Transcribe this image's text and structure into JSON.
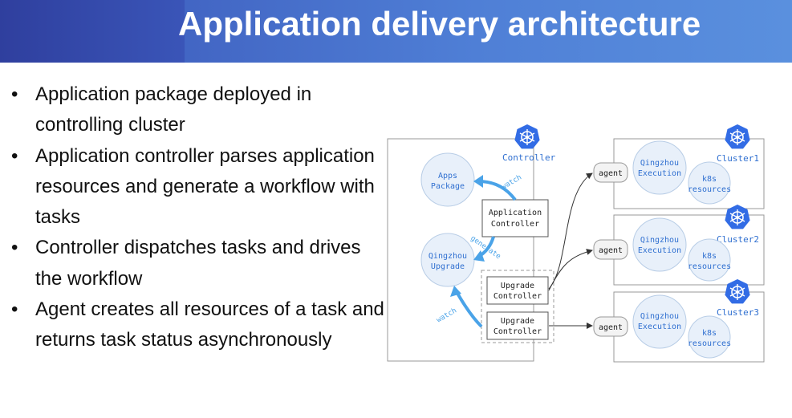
{
  "title": "Application delivery architecture",
  "bullets": [
    "Application package deployed in controlling cluster",
    "Application controller parses application resources and generate a workflow with tasks",
    "Controller dispatches tasks and drives the workflow",
    "Agent creates all resources of a task and returns task status asynchronously"
  ],
  "diagram": {
    "controller_label": "Controller",
    "apps_package": [
      "Apps",
      "Package"
    ],
    "application_controller": [
      "Application",
      "Controller"
    ],
    "qingzhou_upgrade": [
      "Qingzhou",
      "Upgrade"
    ],
    "upgrade_controller": [
      "Upgrade",
      "Controller"
    ],
    "watch_label": "watch",
    "generate_label": "generate",
    "agent_label": "agent",
    "qingzhou_execution": [
      "Qingzhou",
      "Execution"
    ],
    "k8s_resources": [
      "k8s",
      "resources"
    ],
    "clusters": [
      "Cluster1",
      "Cluster2",
      "Cluster3"
    ]
  },
  "colors": {
    "accent": "#2f6fd0",
    "arrow": "#4aa3e8",
    "node_fill": "#e8f0fa",
    "node_stroke": "#b8cde6"
  }
}
